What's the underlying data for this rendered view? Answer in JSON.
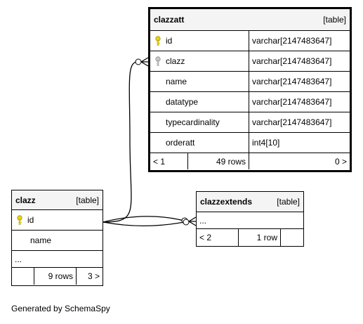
{
  "tables": {
    "clazzatt": {
      "name": "clazzatt",
      "kind": "[table]",
      "columns": [
        {
          "name": "id",
          "type": "varchar[2147483647]",
          "key": "primary"
        },
        {
          "name": "clazz",
          "type": "varchar[2147483647]",
          "key": "foreign"
        },
        {
          "name": "name",
          "type": "varchar[2147483647]",
          "key": ""
        },
        {
          "name": "datatype",
          "type": "varchar[2147483647]",
          "key": ""
        },
        {
          "name": "typecardinality",
          "type": "varchar[2147483647]",
          "key": ""
        },
        {
          "name": "orderatt",
          "type": "int4[10]",
          "key": ""
        }
      ],
      "footer": {
        "parents": "< 1",
        "rows": "49 rows",
        "children": "0 >"
      }
    },
    "clazz": {
      "name": "clazz",
      "kind": "[table]",
      "columns": [
        {
          "name": "id",
          "key": "primary"
        },
        {
          "name": "name",
          "key": ""
        }
      ],
      "more": "...",
      "footer": {
        "parents": "",
        "rows": "9 rows",
        "children": "3 >"
      }
    },
    "clazzextends": {
      "name": "clazzextends",
      "kind": "[table]",
      "more": "...",
      "footer": {
        "parents": "< 2",
        "rows": "1 row",
        "children": ""
      }
    }
  },
  "footer_text": "Generated by SchemaSpy",
  "colors": {
    "primary_key": "#e8d800",
    "foreign_key": "#b0b0b0",
    "header_bg": "#f4f4f4"
  }
}
